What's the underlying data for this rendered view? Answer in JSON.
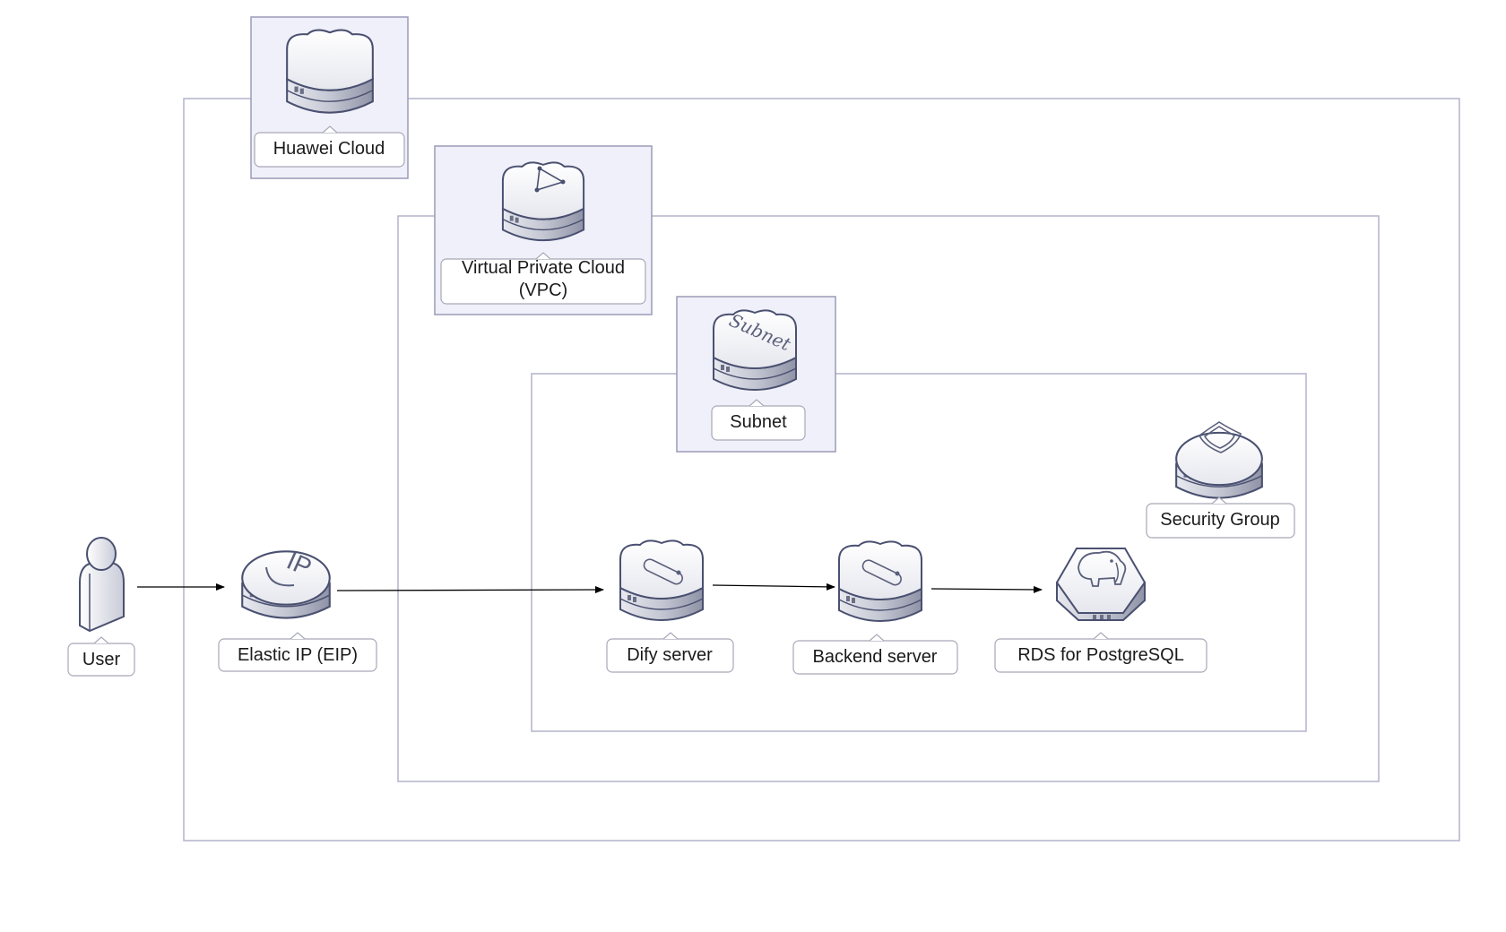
{
  "diagram": {
    "containers": {
      "huawei_cloud": {
        "label": "Huawei Cloud"
      },
      "vpc": {
        "label_line1": "Virtual Private Cloud",
        "label_line2": "(VPC)"
      },
      "subnet": {
        "label": "Subnet",
        "icon_text": "Subnet"
      }
    },
    "nodes": {
      "user": {
        "label": "User"
      },
      "eip": {
        "label": "Elastic IP (EIP)",
        "icon_text": "IP"
      },
      "dify": {
        "label": "Dify server"
      },
      "backend": {
        "label": "Backend server"
      },
      "rds": {
        "label": "RDS for PostgreSQL"
      },
      "security_group": {
        "label": "Security Group"
      }
    },
    "edges": [
      {
        "from": "User",
        "to": "Elastic IP (EIP)"
      },
      {
        "from": "Elastic IP (EIP)",
        "to": "Dify server"
      },
      {
        "from": "Dify server",
        "to": "Backend server"
      },
      {
        "from": "Backend server",
        "to": "RDS for PostgreSQL"
      }
    ],
    "colors": {
      "frame": "#b3b3cc",
      "badge_fill": "#f0f0fa",
      "icon_stroke": "#4a5070",
      "arrow": "#000000"
    }
  }
}
